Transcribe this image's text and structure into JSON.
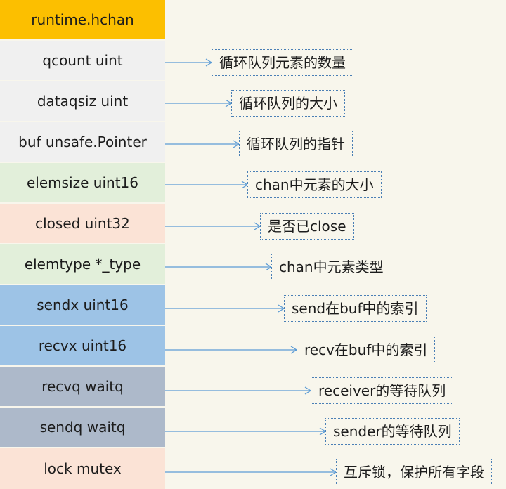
{
  "header": {
    "label": "runtime.hchan",
    "color": "#fcbf00"
  },
  "fields": [
    {
      "name": "qcount uint",
      "desc": "循环队列元素的数量",
      "color": "#f0f0f0"
    },
    {
      "name": "dataqsiz uint",
      "desc": "循环队列的大小",
      "color": "#f0f0f0"
    },
    {
      "name": "buf unsafe.Pointer",
      "desc": "循环队列的指针",
      "color": "#f0f0f0"
    },
    {
      "name": "elemsize uint16",
      "desc": "chan中元素的大小",
      "color": "#e2efda"
    },
    {
      "name": "closed uint32",
      "desc": "是否已close",
      "color": "#fbe3d6"
    },
    {
      "name": "elemtype *_type",
      "desc": "chan中元素类型",
      "color": "#e2efda"
    },
    {
      "name": "sendx uint16",
      "desc": "send在buf中的索引",
      "color": "#9dc3e6"
    },
    {
      "name": "recvx uint16",
      "desc": "recv在buf中的索引",
      "color": "#9dc3e6"
    },
    {
      "name": "recvq waitq",
      "desc": "receiver的等待队列",
      "color": "#adb9ca"
    },
    {
      "name": "sendq waitq",
      "desc": "sender的等待队列",
      "color": "#adb9ca"
    },
    {
      "name": "lock mutex",
      "desc": "互斥锁，保护所有字段",
      "color": "#fbe3d6"
    }
  ],
  "arrow_color": "#5b9bd5"
}
